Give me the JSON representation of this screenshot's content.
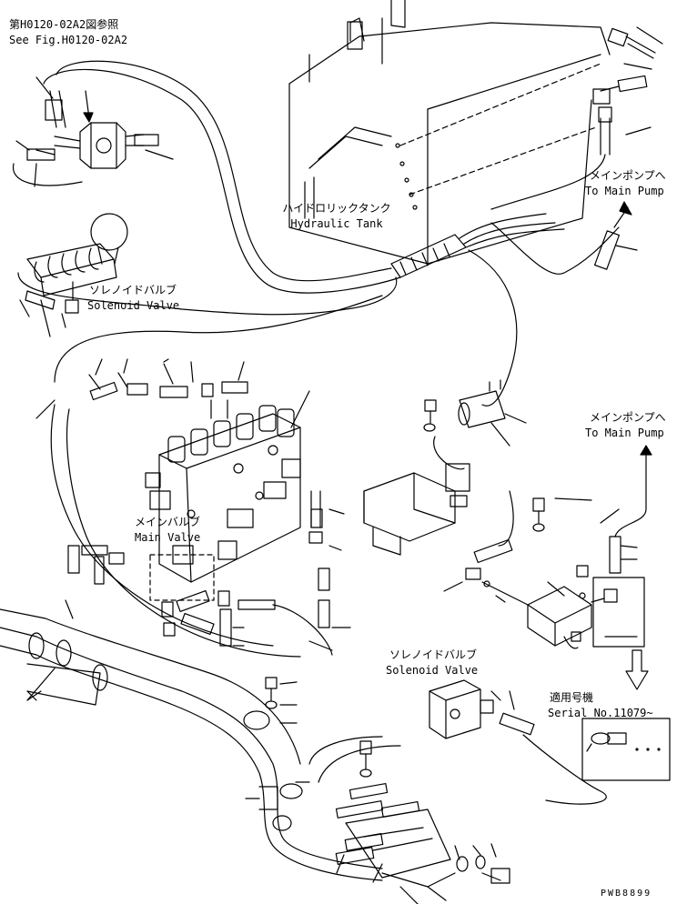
{
  "labels": {
    "ref_jp": "第H0120-02A2図参照",
    "ref_en": "See Fig.H0120-02A2",
    "tank_jp": "ハイドロリックタンク",
    "tank_en": "Hydraulic Tank",
    "pump_top_jp": "メインポンプへ",
    "pump_top_en": "To Main Pump",
    "solenoid_top_jp": "ソレノイドバルブ",
    "solenoid_top_en": "Solenoid Valve",
    "main_valve_jp": "メインバルブ",
    "main_valve_en": "Main Valve",
    "pump_mid_jp": "メインポンプへ",
    "pump_mid_en": "To Main Pump",
    "solenoid_bot_jp": "ソレノイドバルブ",
    "solenoid_bot_en": "Solenoid Valve",
    "serial_jp": "適用号機",
    "serial_en": "Serial No.11079~",
    "drawing_no": "PWB8899"
  }
}
